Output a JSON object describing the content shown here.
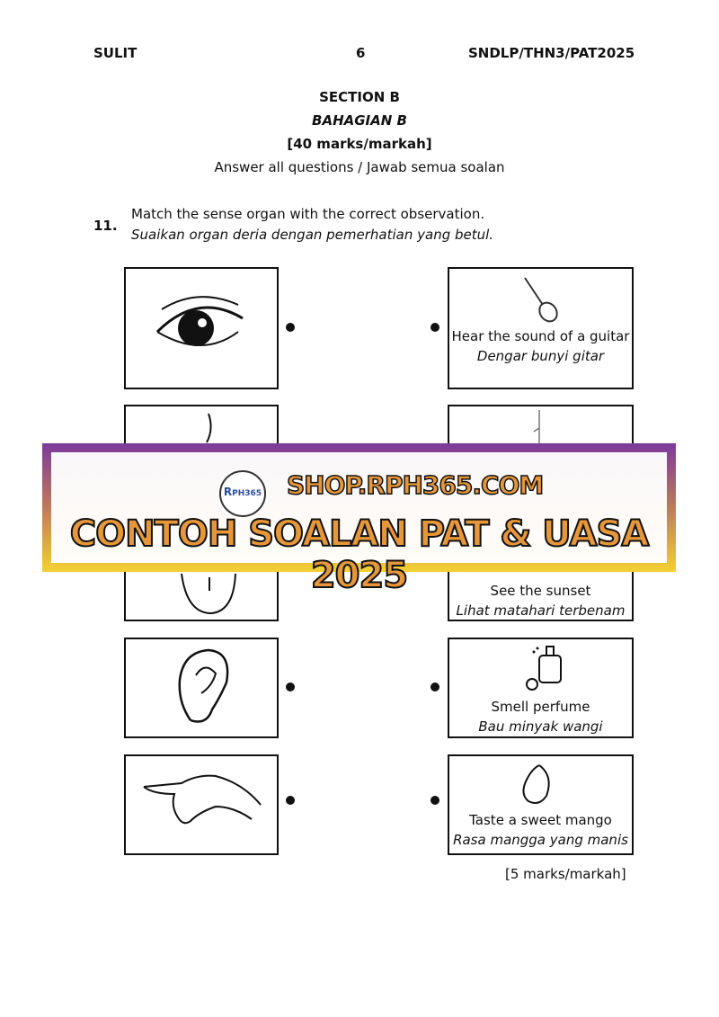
{
  "header": {
    "left": "SULIT",
    "page_number": "6",
    "code": "SNDLP/THN3/PAT2025"
  },
  "section": {
    "title_en": "SECTION B",
    "title_ms": "BAHAGIAN B",
    "marks": "[40 marks/markah]",
    "instruction": "Answer all questions / Jawab semua soalan"
  },
  "question": {
    "number": "11.",
    "text_en": "Match the sense organ with the correct observation.",
    "text_ms": "Suaikan organ deria dengan pemerhatian yang betul."
  },
  "left_items": [
    "eye",
    "nose",
    "tongue",
    "ear",
    "hand"
  ],
  "right_items": [
    {
      "icon": "guitar-icon",
      "en": "Hear the sound of a guitar",
      "ms": "Dengar bunyi gitar"
    },
    {
      "icon": "rose-icon",
      "en": "",
      "ms": ""
    },
    {
      "icon": "sunset-icon",
      "en": "See the sunset",
      "ms": "Lihat matahari terbenam"
    },
    {
      "icon": "perfume-icon",
      "en": "Smell perfume",
      "ms": "Bau minyak wangi"
    },
    {
      "icon": "mango-icon",
      "en": "Taste a sweet mango",
      "ms": "Rasa mangga yang manis"
    }
  ],
  "footer_marks": "[5 marks/markah]",
  "banner": {
    "logo_text": "RPH 365",
    "url": "SHOP.RPH365.COM",
    "title": "CONTOH SOALAN PAT & UASA 2025"
  }
}
